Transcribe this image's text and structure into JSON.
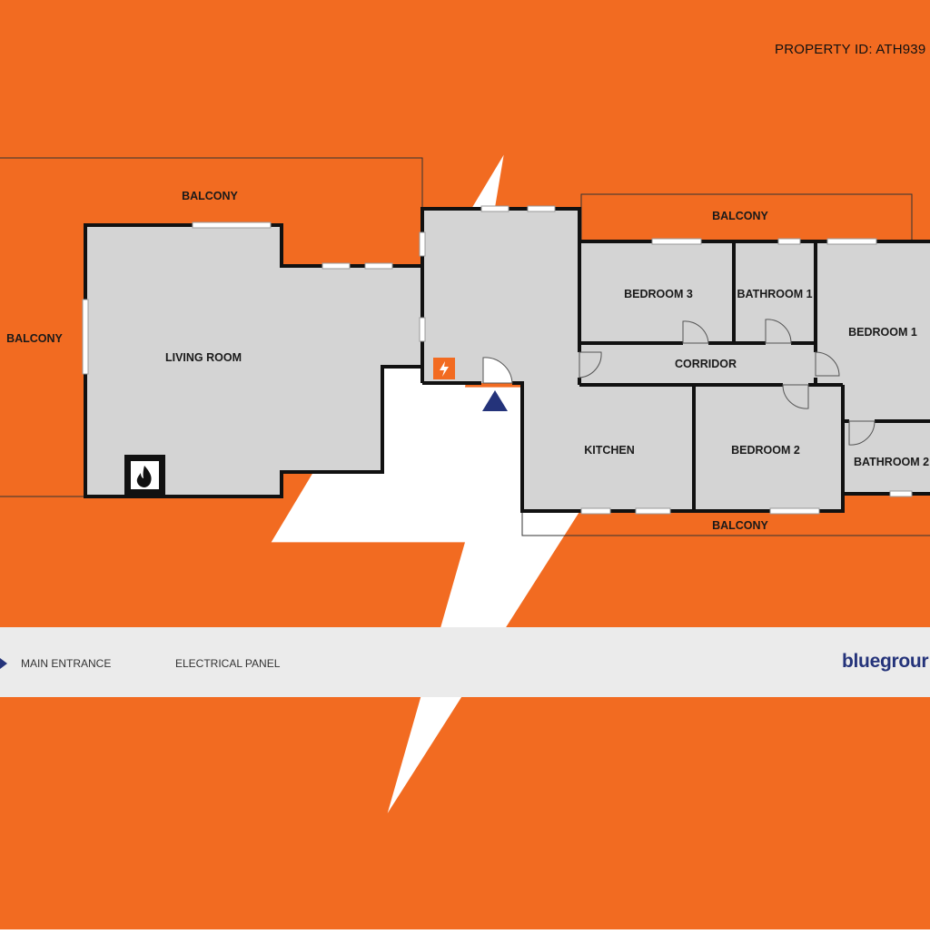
{
  "header": {
    "property_id": "PROPERTY ID: ATH939"
  },
  "rooms": {
    "balcony_top_left": "BALCONY",
    "balcony_left": "BALCONY",
    "living_room": "LIVING ROOM",
    "balcony_top_right": "BALCONY",
    "bedroom_3": "BEDROOM 3",
    "bathroom_1": "BATHROOM 1",
    "bedroom_1": "BEDROOM 1",
    "corridor": "CORRIDOR",
    "kitchen": "KITCHEN",
    "bedroom_2": "BEDROOM 2",
    "bathroom_2": "BATHROOM 2",
    "balcony_bottom": "BALCONY"
  },
  "legend": {
    "main_entrance": "MAIN ENTRANCE",
    "electrical_panel": "ELECTRICAL PANEL"
  },
  "brand": {
    "name": "bluegrour"
  },
  "colors": {
    "floor": "#d4d4d4",
    "wall": "#111111",
    "entrance_marker": "#24337a",
    "electrical_panel": "#f26b21",
    "legend_bg": "#ebebeb"
  },
  "icons": {
    "entrance": "triangle-up-icon",
    "electrical": "lightning-icon",
    "fireplace": "fireplace-icon"
  }
}
